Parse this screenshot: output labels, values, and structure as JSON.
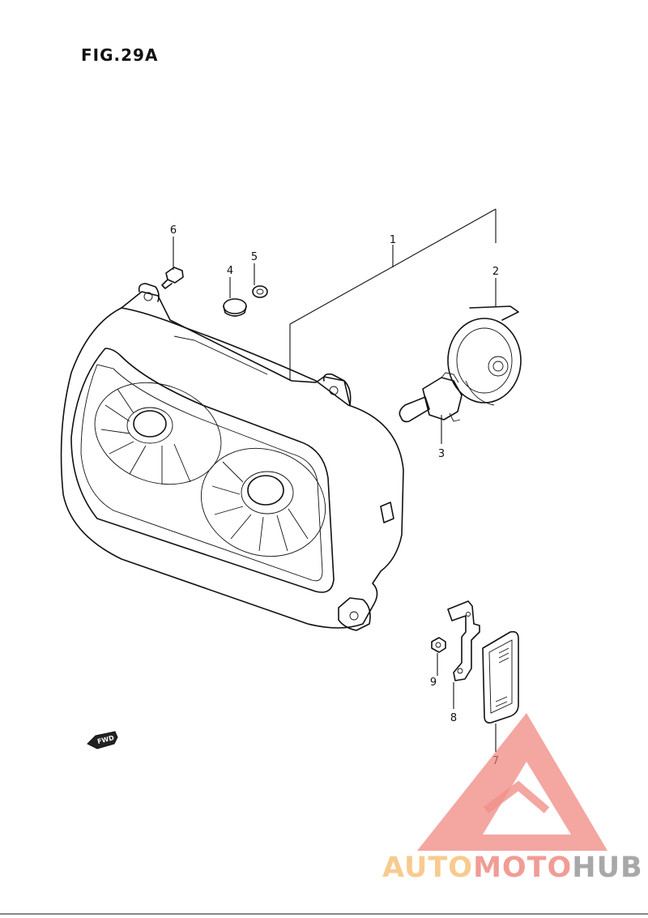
{
  "figure": {
    "title": "FIG.29A"
  },
  "callouts": [
    {
      "id": "1",
      "label": "1"
    },
    {
      "id": "2",
      "label": "2"
    },
    {
      "id": "3",
      "label": "3"
    },
    {
      "id": "4",
      "label": "4"
    },
    {
      "id": "5",
      "label": "5"
    },
    {
      "id": "6",
      "label": "6"
    },
    {
      "id": "7",
      "label": "7"
    },
    {
      "id": "8",
      "label": "8"
    },
    {
      "id": "9",
      "label": "9"
    }
  ],
  "direction_marker": {
    "label": "FWD"
  },
  "watermark": {
    "parts": [
      "AUTO",
      "MOTO",
      "HUB"
    ],
    "colors": {
      "auto": "#f6c27c",
      "moto": "#ef8b84",
      "hub": "#9a9a9a",
      "triangle": "#ef7d76"
    }
  }
}
